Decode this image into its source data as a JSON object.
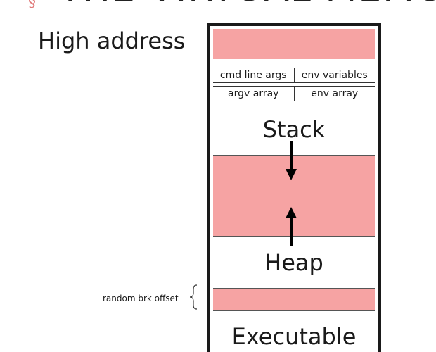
{
  "slide": {
    "title_mark": "§",
    "title": "THE VIRTUAL MEMORY"
  },
  "labels": {
    "high_address": "High address",
    "brk_offset": "random brk offset"
  },
  "memory": {
    "args_row_1": {
      "left": "cmd line args",
      "right": "env variables"
    },
    "args_row_2": {
      "left": "argv array",
      "right": "env array"
    },
    "segments": {
      "stack": "Stack",
      "heap": "Heap",
      "executable": "Executable"
    }
  },
  "colors": {
    "highlight": "#f6a3a3",
    "border": "#1a1a1a",
    "title_accent": "#e07878"
  }
}
